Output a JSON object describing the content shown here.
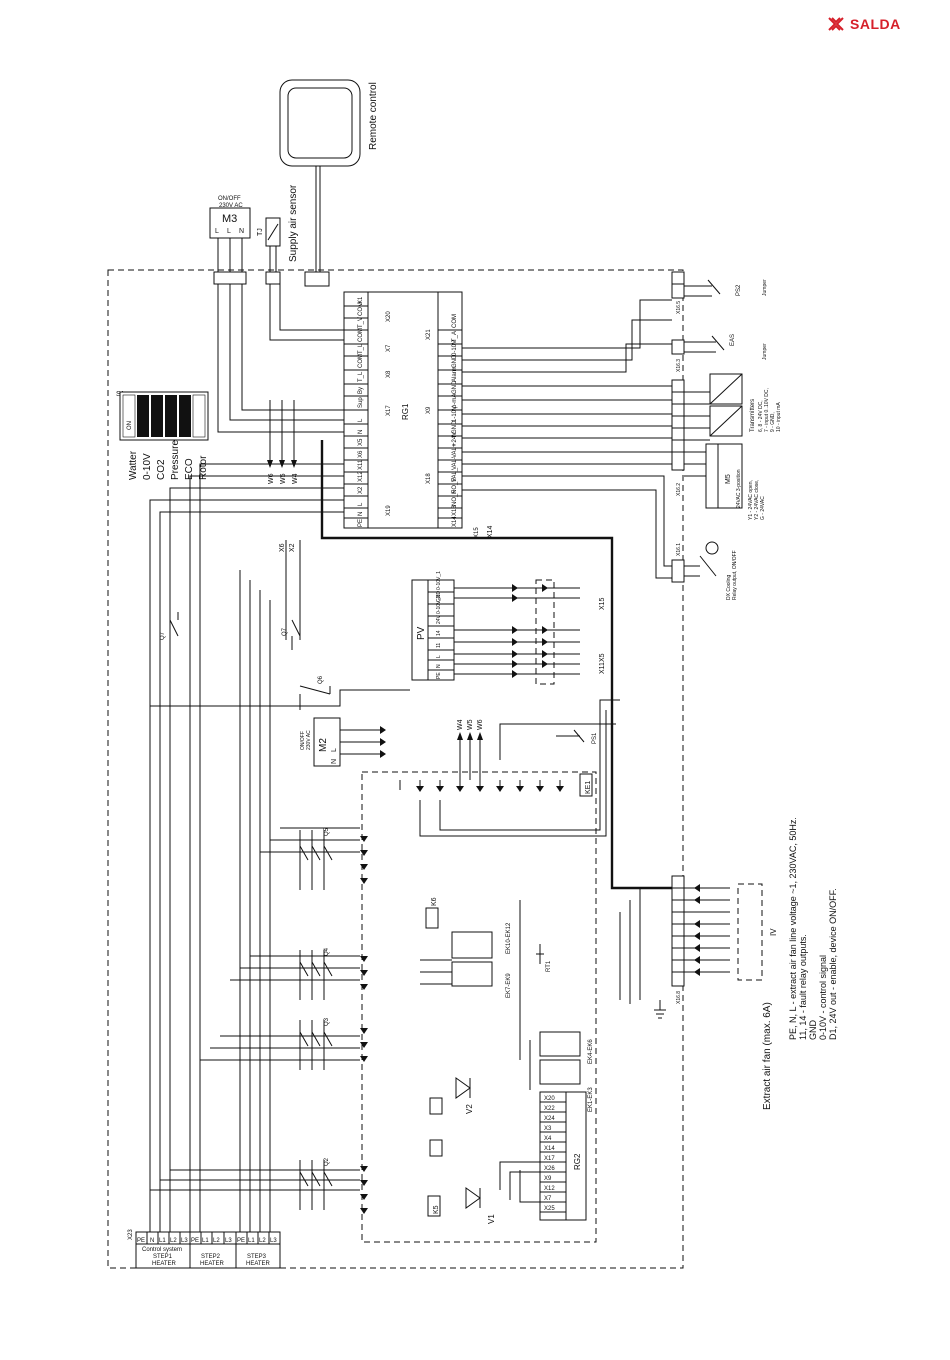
{
  "brand": {
    "name": "SALDA",
    "color": "#d6202a"
  },
  "remote": {
    "label": "Remote control"
  },
  "supply_sensor": {
    "label": "Supply air sensor",
    "tag": "TJ"
  },
  "m3": {
    "head": "ON/OFF",
    "sub": "230V AC",
    "name": "M3",
    "pins": [
      "L",
      "L",
      "N"
    ]
  },
  "rg1": {
    "name": "RG1",
    "x20": {
      "name": "X20",
      "pins": [
        "X1",
        "COM",
        "T_V"
      ]
    },
    "x7": {
      "name": "X7",
      "pins": [
        "COM",
        "T_L"
      ]
    },
    "x8": {
      "name": "X8",
      "pins": [
        "COM",
        "T_L"
      ]
    },
    "x17": {
      "name": "X17",
      "pins": [
        "By",
        "Sup",
        "L",
        "N"
      ]
    },
    "x19": {
      "name": "X19",
      "pins": [
        "X5",
        "X6",
        "X11",
        "X12",
        "X2",
        "L",
        "N",
        "PE"
      ]
    },
    "x21": {
      "name": "X21",
      "pins": [
        "COM",
        "T_A"
      ]
    },
    "x9": {
      "name": "X9",
      "pins": [
        "0-10V",
        "GND",
        "Alarm",
        "GND",
        "p-mA",
        "1-10V",
        "GND",
        "+24V",
        "VAL+",
        "VAL-",
        "VAL_"
      ]
    },
    "x18": {
      "name": "X18",
      "pins": [
        "NO_F",
        "NO_F",
        "X13",
        "X14",
        "X15"
      ]
    }
  },
  "switch_s1": {
    "tag": "S1",
    "on": "ON",
    "options": [
      "Watter",
      "0-10V",
      "CO2",
      "Pressure",
      "ECO",
      "Rotor"
    ]
  },
  "pv": {
    "name": "PV",
    "pins": [
      "0-10V_1",
      "GND",
      "0-10V_2",
      "24V",
      "14",
      "11",
      "L",
      "N",
      "PE"
    ]
  },
  "m2": {
    "head": "ON/OFF",
    "sub": "230V AC",
    "name": "M2",
    "pins": [
      "N",
      "L"
    ]
  },
  "labels": {
    "w": [
      "W6",
      "W5",
      "W4"
    ],
    "x_conn": [
      "X6",
      "X2",
      "X14",
      "X15",
      "X5",
      "X11"
    ],
    "q": [
      "Q7",
      "Q7",
      "Q6",
      "Q5",
      "Q4",
      "Q3",
      "Q2"
    ],
    "kes": [
      "K6",
      "K5",
      "KE1",
      "RT1",
      "PS1",
      "PS2",
      "EAS"
    ],
    "ek": [
      "EK7-EK9",
      "EK10-EK12",
      "EK4-EK6",
      "EK1-EK3"
    ],
    "rg2": "RG2",
    "rg2_pins": [
      "X20",
      "X22",
      "X24",
      "X3",
      "X4",
      "X14",
      "X17",
      "X26",
      "X9",
      "X12",
      "X7",
      "X25"
    ]
  },
  "x16": {
    "tags": [
      "X16.5",
      "X16.3",
      "X16.2",
      "X16.1",
      "X16.8"
    ],
    "transmitters": "Transmitters",
    "transmitter_notes": [
      "6, 8 - 24V DC,",
      "7 - input 0..10V DC,",
      "9 - GND,",
      "10 - input mA"
    ],
    "m5": "M5",
    "m5_sub": "24VAC 3-position",
    "m5_notes": [
      "Y1 - 24VAC open,",
      "Y2 - 24VAC close,",
      "G - 24VAC"
    ],
    "dx": [
      "DX Cooling",
      "Relay output, ON/OFF"
    ],
    "jumper": "Jumper"
  },
  "heaters": [
    {
      "label": "Control system",
      "name": "STEP1",
      "sub": "HEATER",
      "pins": [
        "PE",
        "N",
        "L1",
        "L2",
        "L3"
      ]
    },
    {
      "label": "",
      "name": "STEP2",
      "sub": "HEATER",
      "pins": [
        "PE",
        "L1",
        "L2",
        "L3"
      ]
    },
    {
      "label": "",
      "name": "STEP3",
      "sub": "HEATER",
      "pins": [
        "PE",
        "L1",
        "L2",
        "L3"
      ]
    }
  ],
  "x23": "X23",
  "extract": {
    "title": "Extract air fan (max. 6A)",
    "roman": "IV",
    "notes": [
      "PE, N, L - extract air fan line voltage ~1, 230VAC, 50Hz.",
      "11, 14 - fault relay outputs.",
      "GND",
      "0-10V - control signal",
      "D1, 24V out - enable, device ON/OFF."
    ]
  }
}
